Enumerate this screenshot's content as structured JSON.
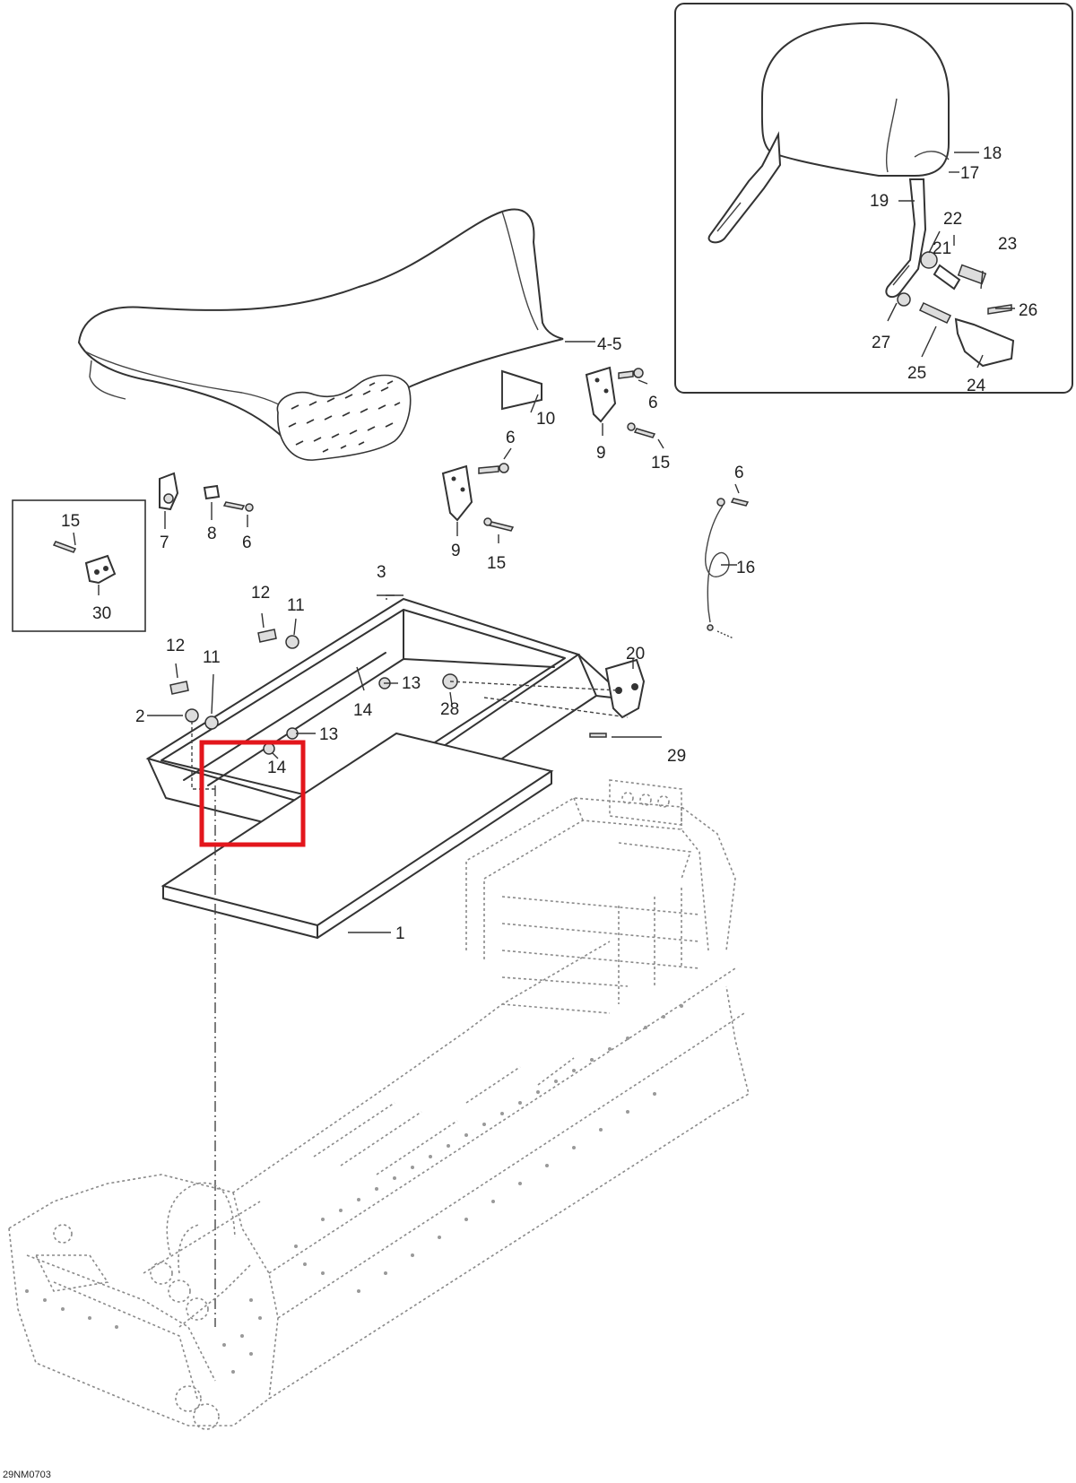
{
  "diagram_code": "29NM0703",
  "highlight": {
    "part": "14",
    "color": "#e3161c"
  },
  "callouts": {
    "c1": "1",
    "c2": "2",
    "c3": "3",
    "c4_5": "4-5",
    "c6_a": "6",
    "c6_b": "6",
    "c6_c": "6",
    "c6_d": "6",
    "c7": "7",
    "c8": "8",
    "c9_a": "9",
    "c9_b": "9",
    "c10": "10",
    "c11_a": "11",
    "c11_b": "11",
    "c12_a": "12",
    "c12_b": "12",
    "c13_a": "13",
    "c13_b": "13",
    "c14_a": "14",
    "c14_b": "14",
    "c15_a": "15",
    "c15_b": "15",
    "c15_c": "15",
    "c16": "16",
    "c17": "17",
    "c18": "18",
    "c19": "19",
    "c20": "20",
    "c21": "21",
    "c22": "22",
    "c23": "23",
    "c24": "24",
    "c25": "25",
    "c26": "26",
    "c27": "27",
    "c28": "28",
    "c29": "29",
    "c30": "30"
  }
}
